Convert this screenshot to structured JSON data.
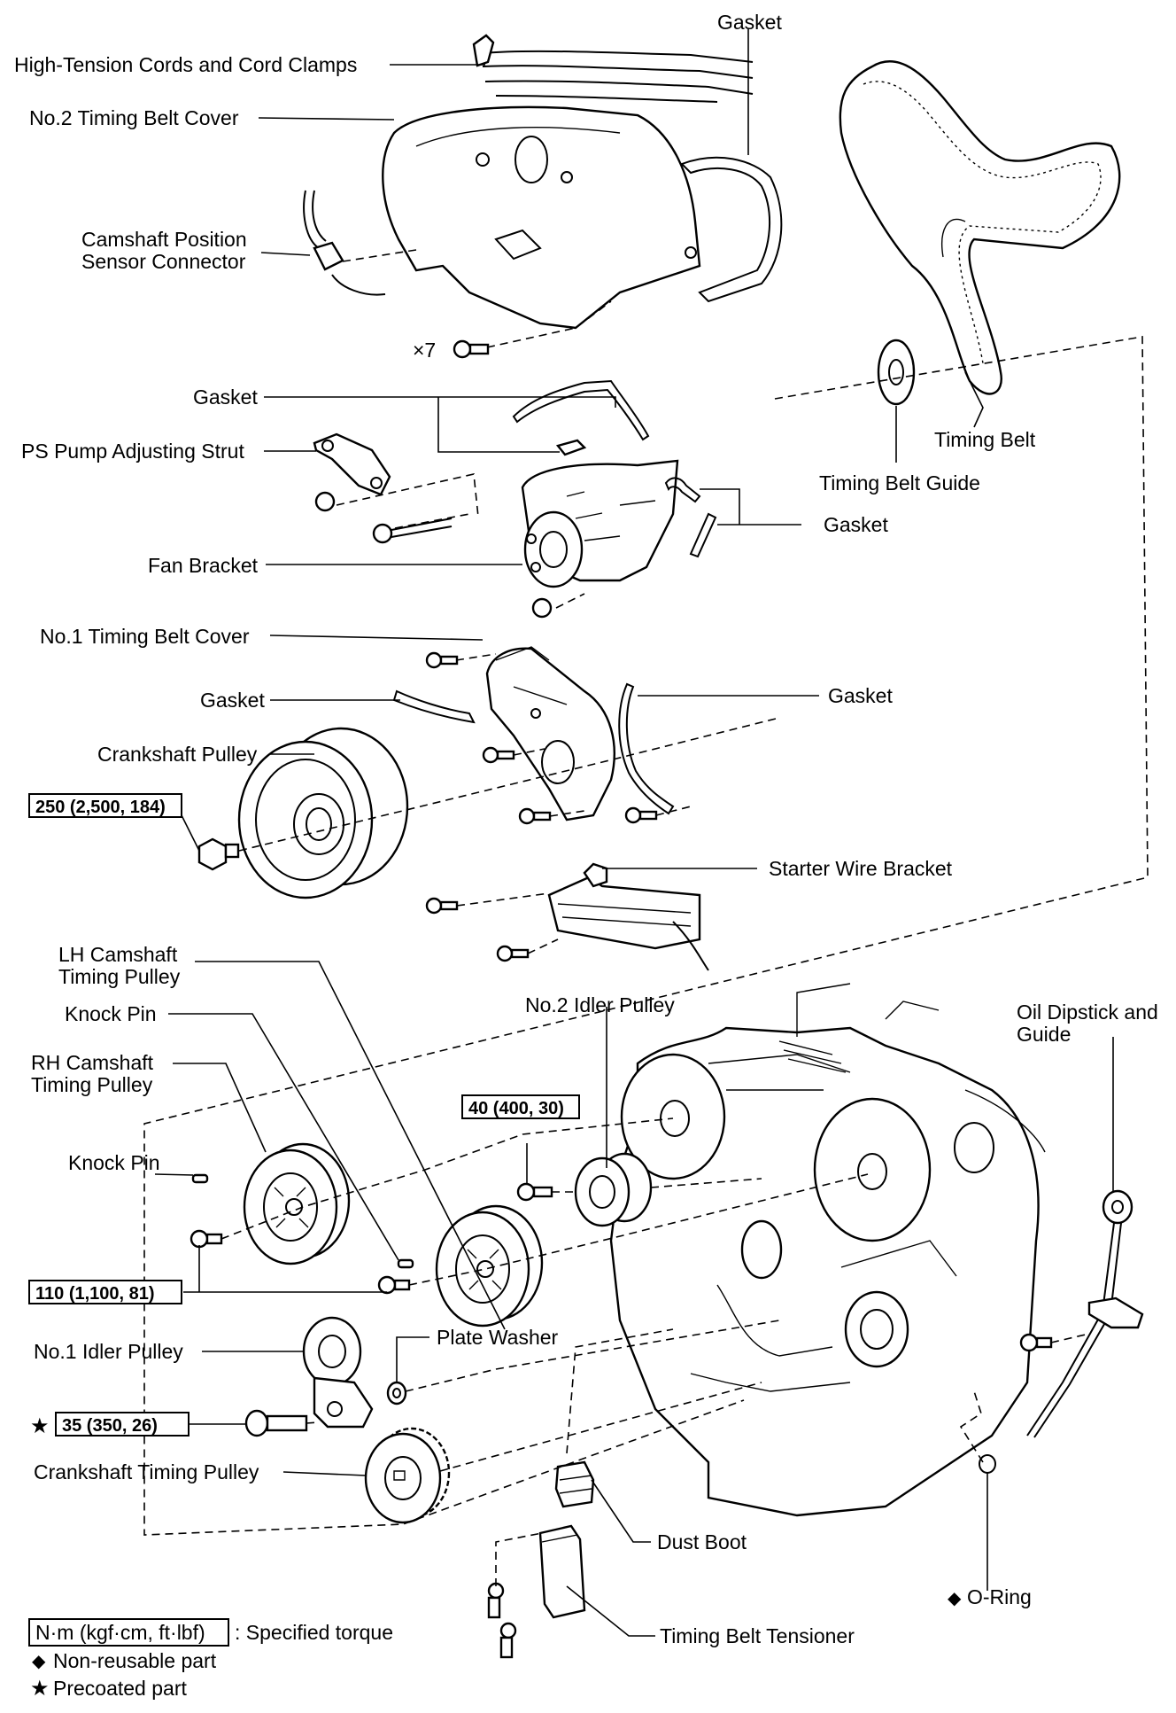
{
  "labels": {
    "gasket_top": "Gasket",
    "high_tension": "High-Tension Cords and Cord Clamps",
    "no2_cover": "No.2 Timing Belt Cover",
    "cam_sensor_line1": "Camshaft Position",
    "cam_sensor_line2": "Sensor Connector",
    "x7": "×7",
    "gasket_2": "Gasket",
    "ps_strut": "PS Pump Adjusting Strut",
    "timing_belt": "Timing Belt",
    "belt_guide": "Timing Belt Guide",
    "gasket_3": "Gasket",
    "fan_bracket": "Fan Bracket",
    "no1_cover": "No.1 Timing Belt Cover",
    "gasket_4": "Gasket",
    "gasket_5": "Gasket",
    "crank_pulley": "Crankshaft Pulley",
    "starter_bracket": "Starter Wire Bracket",
    "lh_cam_line1": "LH Camshaft",
    "lh_cam_line2": "Timing Pulley",
    "knock_pin_1": "Knock Pin",
    "no2_idler": "No.2 Idler Pulley",
    "oil_dipstick_line1": "Oil Dipstick and",
    "oil_dipstick_line2": "Guide",
    "rh_cam_line1": "RH Camshaft",
    "rh_cam_line2": "Timing Pulley",
    "knock_pin_2": "Knock Pin",
    "no1_idler": "No.1 Idler Pulley",
    "plate_washer": "Plate Washer",
    "crank_timing_pulley": "Crankshaft Timing Pulley",
    "dust_boot": "Dust Boot",
    "o_ring": "O-Ring",
    "tensioner": "Timing Belt Tensioner"
  },
  "torques": {
    "crank_bolt": "250 (2,500, 184)",
    "idler2_bolt": "40 (400, 30)",
    "cam_bolt": "110 (1,100, 81)",
    "idler1_bolt": "35 (350, 26)"
  },
  "symbols": {
    "star": "★",
    "diamond": "◆"
  },
  "legend": {
    "torque_box": "N·m (kgf·cm, ft·lbf)",
    "torque_text": ": Specified torque",
    "non_reusable": "Non-reusable part",
    "precoated": "Precoated part"
  }
}
